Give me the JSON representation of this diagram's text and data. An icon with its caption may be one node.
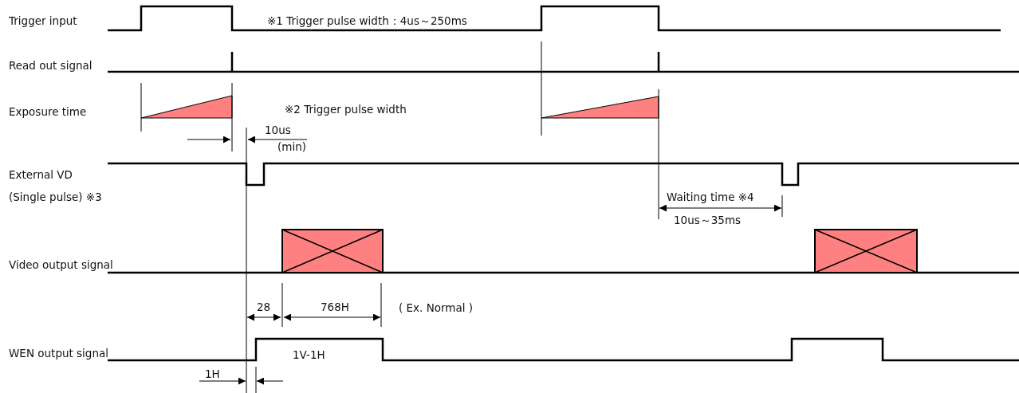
{
  "diagram": {
    "labels": [
      "Trigger input",
      "※1 Trigger pulse width：4us～250ms",
      "Read out signal",
      "Exposure time",
      "※2 Trigger pulse width",
      "10us",
      "(min)",
      "External VD",
      "(Single pulse) ※3",
      "Waiting time ※4",
      "10us～35ms",
      "Video output signal",
      "28",
      "768H",
      "( Ex. Normal )",
      "WEN output signal",
      "1V-1H",
      "1H"
    ]
  }
}
